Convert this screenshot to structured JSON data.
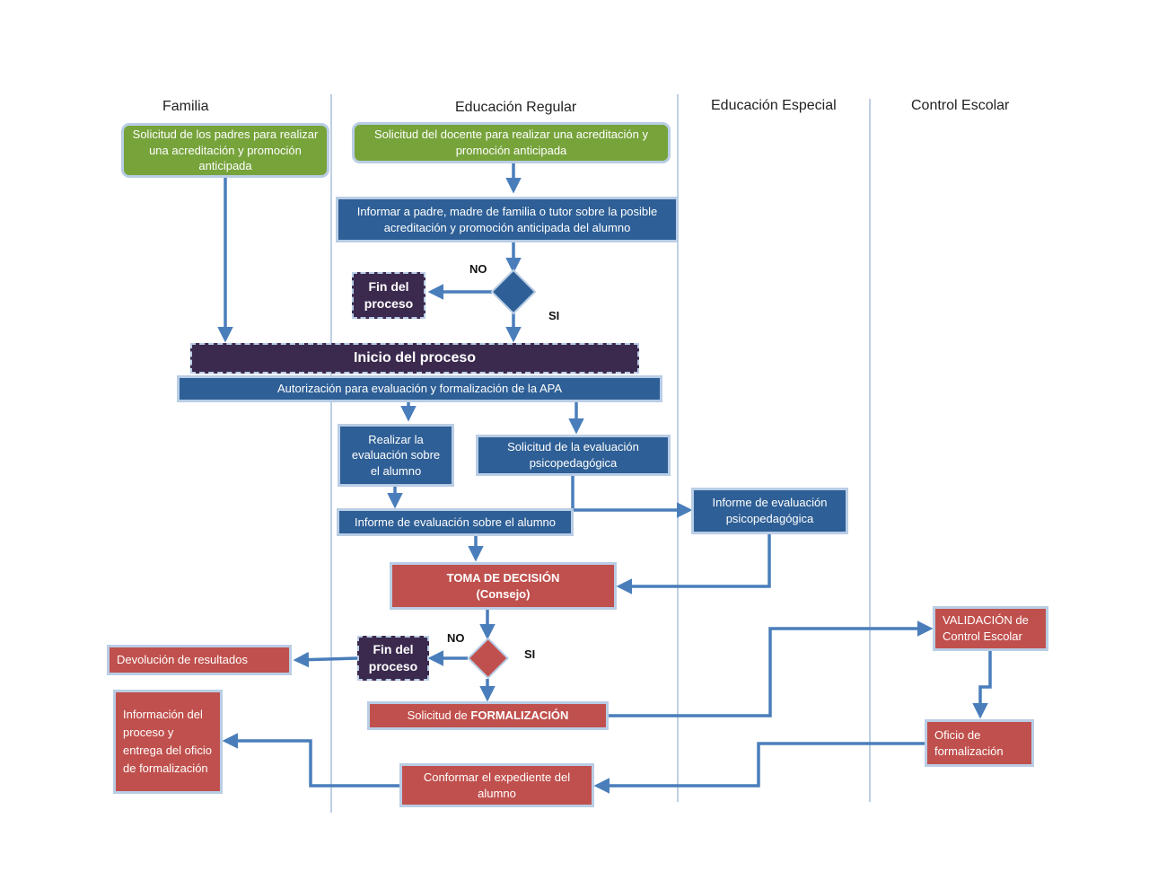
{
  "lanes": {
    "familia": "Familia",
    "educacion_regular": "Educación Regular",
    "educacion_especial": "Educación Especial",
    "control_escolar": "Control Escolar"
  },
  "nodes": {
    "solicitud_padres": "Solicitud de los padres  para realizar  una acreditación y promoción anticipada",
    "solicitud_docente": "Solicitud del docente para realizar  una acreditación y promoción anticipada",
    "informar_padre": "Informar a padre, madre de familia  o tutor sobre la posible acreditación y promoción anticipada del alumno",
    "fin_proceso_1": "Fin del proceso",
    "inicio_proceso": "Inicio del proceso",
    "autorizacion": "Autorización para  evaluación y formalización de la APA",
    "realizar_evaluacion": "Realizar la evaluación sobre el alumno",
    "solicitud_evaluacion_psico": "Solicitud de la evaluación psicopedagógica",
    "informe_evaluacion_alumno": "Informe de evaluación sobre el alumno",
    "informe_evaluacion_psico": "Informe de evaluación psicopedagógica",
    "toma_decision": "TOMA DE DECISIÓN",
    "toma_decision_sub": "(Consejo)",
    "fin_proceso_2": "Fin del proceso",
    "devolucion_resultados": "Devolución de resultados",
    "solicitud_formalizacion_prefix": "Solicitud de ",
    "solicitud_formalizacion_bold": "FORMALIZACIÓN",
    "validacion_control": "VALIDACIÓN de Control Escolar",
    "oficio_formalizacion": "Oficio de formalización",
    "informacion_proceso": "Información del proceso y entrega  del oficio de formalización",
    "conformar_expediente": "Conformar el expediente del alumno"
  },
  "labels": {
    "no_1": "NO",
    "si_1": "SI",
    "no_2": "NO",
    "si_2": "SI"
  },
  "colors": {
    "green": "#77a33b",
    "blue": "#2e5f96",
    "red": "#c0504d",
    "dark": "#3b2a4e",
    "arrow": "#4a7ebb",
    "lane_line": "#a8c0dc"
  }
}
